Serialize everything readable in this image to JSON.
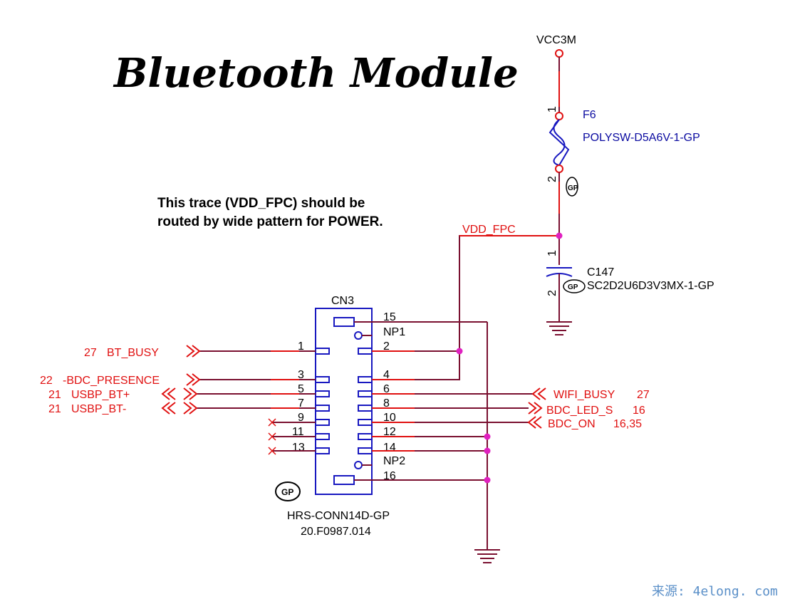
{
  "title": "Bluetooth Module",
  "note": {
    "line1": "This trace (VDD_FPC) should be",
    "line2": "routed by wide pattern for POWER."
  },
  "power": {
    "rail": "VCC3M",
    "net": "VDD_FPC"
  },
  "fuse": {
    "ref": "F6",
    "part": "POLYSW-D5A6V-1-GP",
    "pin1": "1",
    "pin2": "2"
  },
  "capacitor": {
    "ref": "C147",
    "part": "SC2D2U6D3V3MX-1-GP",
    "pin1": "1",
    "pin2": "2"
  },
  "connector": {
    "ref": "CN3",
    "part": "HRS-CONN14D-GP",
    "number": "20.F0987.014",
    "np1": "NP1",
    "np2": "NP2",
    "pin15": "15",
    "pin16": "16",
    "left_pins": [
      "1",
      "3",
      "5",
      "7",
      "9",
      "11",
      "13"
    ],
    "right_pins": [
      "2",
      "4",
      "6",
      "8",
      "10",
      "12",
      "14"
    ]
  },
  "signals_left": [
    {
      "page": "27",
      "name": "BT_BUSY"
    },
    {
      "page": "22",
      "name": "-BDC_PRESENCE"
    },
    {
      "page": "21",
      "name": "USBP_BT+"
    },
    {
      "page": "21",
      "name": "USBP_BT-"
    }
  ],
  "signals_right": [
    {
      "name": "WIFI_BUSY",
      "page": "27"
    },
    {
      "name": "BDC_LED_S",
      "page": "16"
    },
    {
      "name": "BDC_ON",
      "page": "16,35"
    }
  ],
  "gp_mark": "GP",
  "watermark": "来源: 4elong. com",
  "colors": {
    "wire": "#7a1030",
    "net_label": "#e01010",
    "symbol": "#1818c0",
    "junction": "#e020c0"
  }
}
